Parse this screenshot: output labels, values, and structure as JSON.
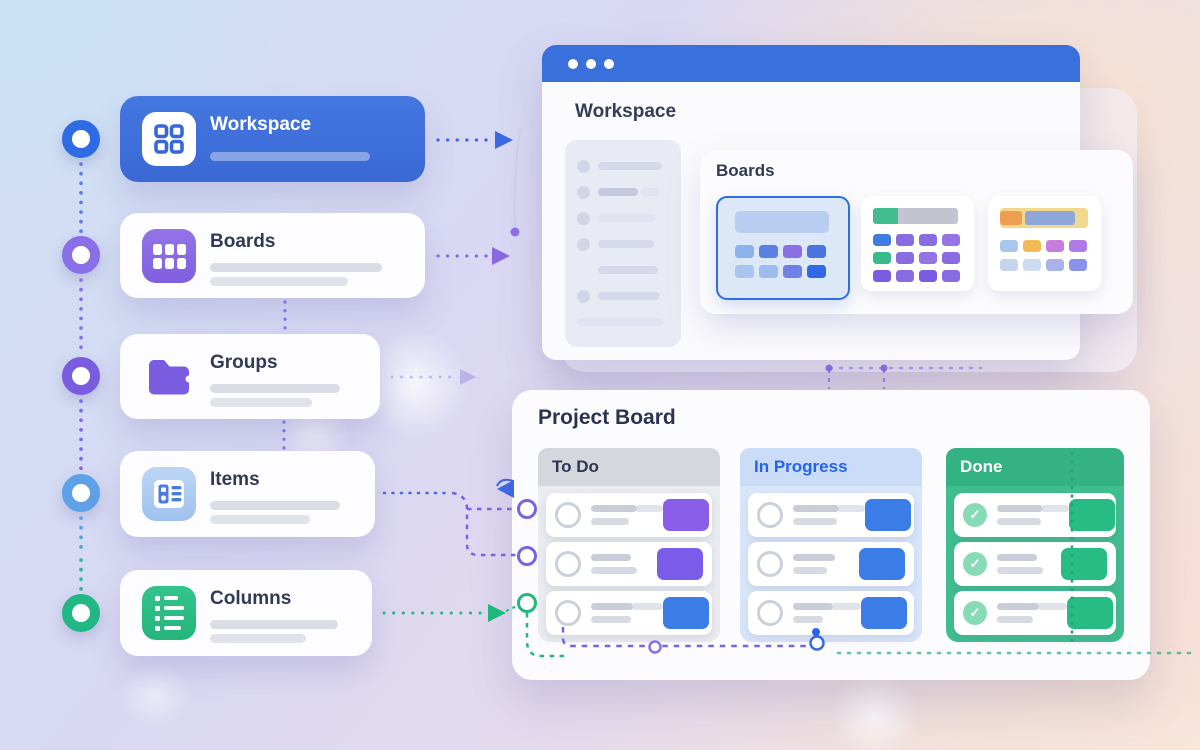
{
  "icons": {
    "check": "✓"
  },
  "tree": {
    "items": [
      {
        "label": "Workspace",
        "icon": "grid-2x2-icon",
        "ring_color": "#2e6be5",
        "card_color": "#3e6fd9"
      },
      {
        "label": "Boards",
        "icon": "grid-3x3-icon",
        "ring_color": "#8a70e8",
        "icon_color": "#8a68e2"
      },
      {
        "label": "Groups",
        "icon": "folder-icon",
        "ring_color": "#7a5ce0",
        "icon_color": "#7a5ce0"
      },
      {
        "label": "Items",
        "icon": "item-card-icon",
        "ring_color": "#5ea1e8",
        "icon_color": "#aecdf2"
      },
      {
        "label": "Columns",
        "icon": "list-icon",
        "ring_color": "#22b885",
        "icon_color": "#29bc82"
      }
    ]
  },
  "window": {
    "heading": "Workspace",
    "titlebar_color": "#3a70db",
    "boards_panel": {
      "title": "Boards",
      "thumbnails": [
        {
          "selected": true,
          "border_color": "#2e6fe0",
          "chip_rows": [
            [
              "#8cb2ec",
              "#5c7fe2",
              "#8a70e2",
              "#4a74de"
            ],
            [
              "#a9c4ee",
              "#9fbaec",
              "#6f80e6",
              "#2f6ae4"
            ]
          ]
        },
        {
          "selected": false,
          "chip_rows": [
            [
              "#3f7ce2",
              "#8a6ce2",
              "#8a6ce2",
              "#9574e4"
            ],
            [
              "#38bb8c",
              "#8a6ce2",
              "#9574e4",
              "#8a6ce2"
            ],
            [
              "#7a5ce2",
              "#8a6ce2",
              "#7a5ce2",
              "#8a6ce2"
            ]
          ]
        },
        {
          "selected": false,
          "chip_rows": [
            [
              "#a9c6ee",
              "#f2bb55",
              "#c77ddb",
              "#ae7ce4"
            ],
            [
              "#c6d5ee",
              "#ccdaf2",
              "#a9b2ea",
              "#8a93e8"
            ]
          ]
        }
      ]
    }
  },
  "project_board": {
    "title": "Project Board",
    "columns": [
      {
        "name": "To Do",
        "header_bg": "#d5d7de",
        "header_text": "#2f3650",
        "body_bg": "#eaecf1",
        "card_blocks": [
          "#8a5ee9",
          "#7b5ce9",
          "#3b7ce6"
        ],
        "checked": false
      },
      {
        "name": "In Progress",
        "header_bg": "#cbdcf8",
        "header_text": "#2563eb",
        "body_bg": "#d9e6fa",
        "card_blocks": [
          "#3b7ce6",
          "#3b7ce6",
          "#3b7ce6"
        ],
        "checked": false
      },
      {
        "name": "Done",
        "header_bg": "#34b284",
        "header_text": "#ffffff",
        "body_bg": "#3fbf8f",
        "card_blocks": [
          "#27bc83",
          "#27bc83",
          "#27bc83"
        ],
        "checked": true
      }
    ]
  },
  "connector_colors": {
    "blue": "#3b6ae0",
    "purple": "#8a68e0",
    "violet": "#7a62e0",
    "green": "#21b87e",
    "lavender": "#a79ae2"
  }
}
